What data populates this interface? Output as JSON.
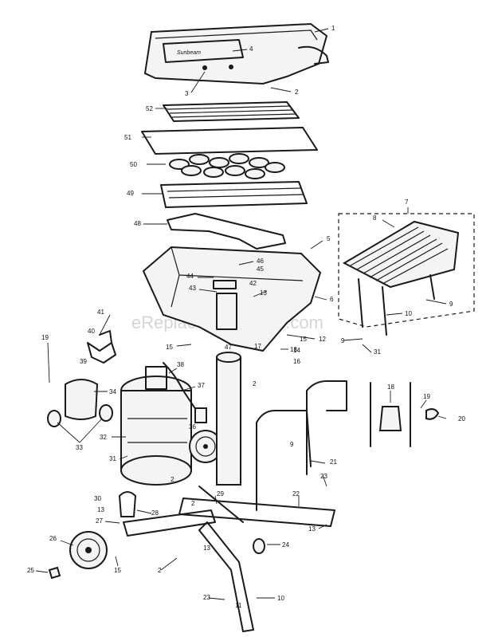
{
  "watermark": "eReplacementParts.com",
  "lid_brand": "Sunbeam",
  "part_labels": {
    "p1": "1",
    "p2a": "2",
    "p3": "3",
    "p4": "4",
    "p5": "5",
    "p6": "6",
    "p7": "7",
    "p8": "8",
    "p9a": "9",
    "p9b": "9",
    "p10": "10",
    "p12": "12",
    "p13a": "13",
    "p13b": "13",
    "p13c": "13",
    "p13d": "13",
    "p14": "14",
    "p15a": "15",
    "p15b": "15",
    "p15c": "15",
    "p16": "16",
    "p17": "17",
    "p18a": "18",
    "p18b": "18",
    "p19a": "19",
    "p19b": "19",
    "p20": "20",
    "p21": "21",
    "p22": "22",
    "p23a": "23",
    "p23b": "23",
    "p24": "24",
    "p25": "25",
    "p26": "26",
    "p27": "27",
    "p28": "28",
    "p29": "29",
    "p30": "30",
    "p31a": "31",
    "p31b": "31",
    "p32": "32",
    "p33": "33",
    "p34": "34",
    "p36": "36",
    "p37": "37",
    "p38": "38",
    "p39": "39",
    "p40": "40",
    "p41": "41",
    "p42": "42",
    "p43": "43",
    "p44": "44",
    "p45": "45",
    "p46": "46",
    "p47": "47",
    "p48": "48",
    "p49": "49",
    "p50": "50",
    "p51": "51",
    "p52": "52",
    "p2b": "2",
    "p2c": "2",
    "p2d": "2",
    "p2e": "2",
    "p9c": "9",
    "p10b": "10",
    "p11": "11"
  }
}
